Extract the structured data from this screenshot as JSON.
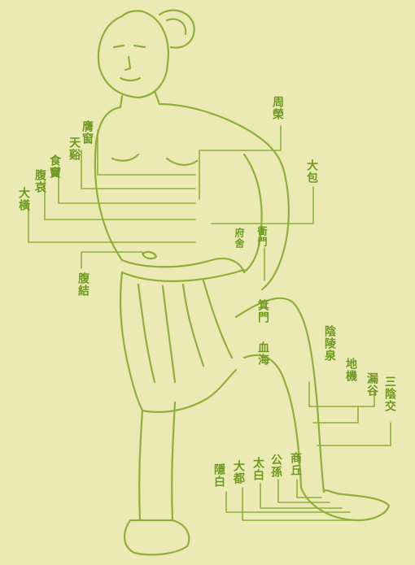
{
  "colors": {
    "paper": "#eceab4",
    "ink": "#8fb13a",
    "ink_dark": "#6f9a22"
  },
  "labels": {
    "ying_chuang": "膺窗",
    "tian_chi": "天谿",
    "shi_dou": "食竇",
    "fu_ai": "腹哀",
    "da_heng": "大橫",
    "fu_jie": "腹結",
    "zhou_rong": "周榮",
    "da_bao": "大包",
    "chong_men": "衝門",
    "fu_she": "府舍",
    "ji_men": "箕門",
    "xue_hai": "血海",
    "yin_ling_quan": "陰陵泉",
    "di_ji": "地機",
    "lou_gu": "漏谷",
    "san_yin_jiao": "三陰交",
    "yin_bai": "隱白",
    "da_du": "大都",
    "tai_bai": "太白",
    "gong_sun": "公孫",
    "shang_qiu": "商丘"
  }
}
